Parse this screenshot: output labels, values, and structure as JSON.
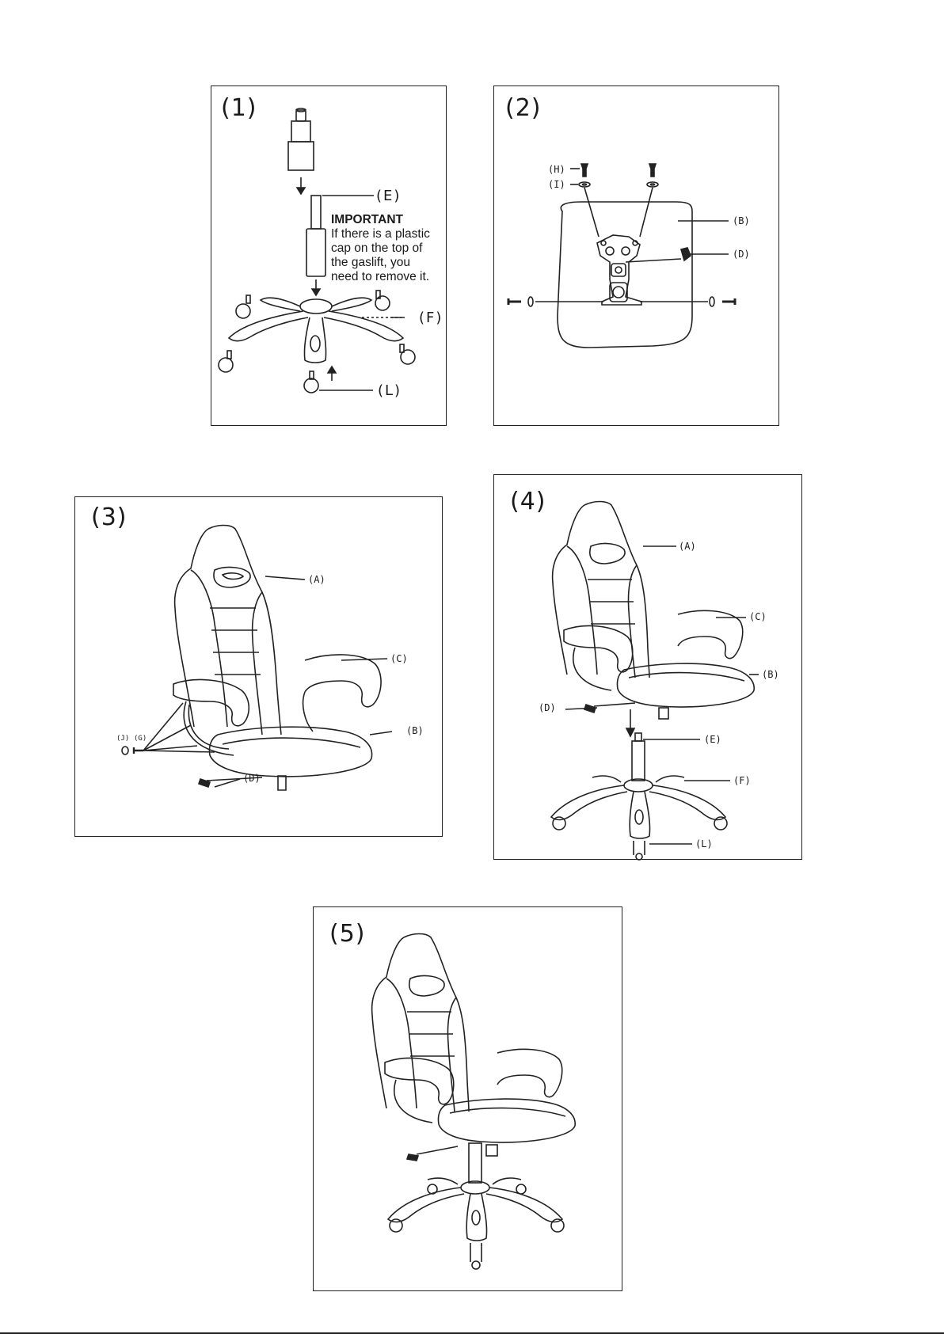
{
  "steps": [
    {
      "number": "(1)",
      "labels": {
        "E": "(E)",
        "F": "(F)",
        "L": "(L)"
      },
      "note": {
        "heading": "IMPORTANT",
        "lines": [
          "If there is a plastic",
          "cap on the top of",
          "the gaslift, you",
          "need to remove it."
        ]
      }
    },
    {
      "number": "(2)",
      "labels": {
        "H": "(H)",
        "I": "(I)",
        "B": "(B)",
        "D": "(D)"
      }
    },
    {
      "number": "(3)",
      "labels": {
        "A": "(A)",
        "C": "(C)",
        "B": "(B)",
        "D": "(D)",
        "J": "(J)",
        "G": "(G)"
      }
    },
    {
      "number": "(4)",
      "labels": {
        "A": "(A)",
        "C": "(C)",
        "B": "(B)",
        "D": "(D)",
        "E": "(E)",
        "F": "(F)",
        "L": "(L)"
      }
    },
    {
      "number": "(5)"
    }
  ]
}
